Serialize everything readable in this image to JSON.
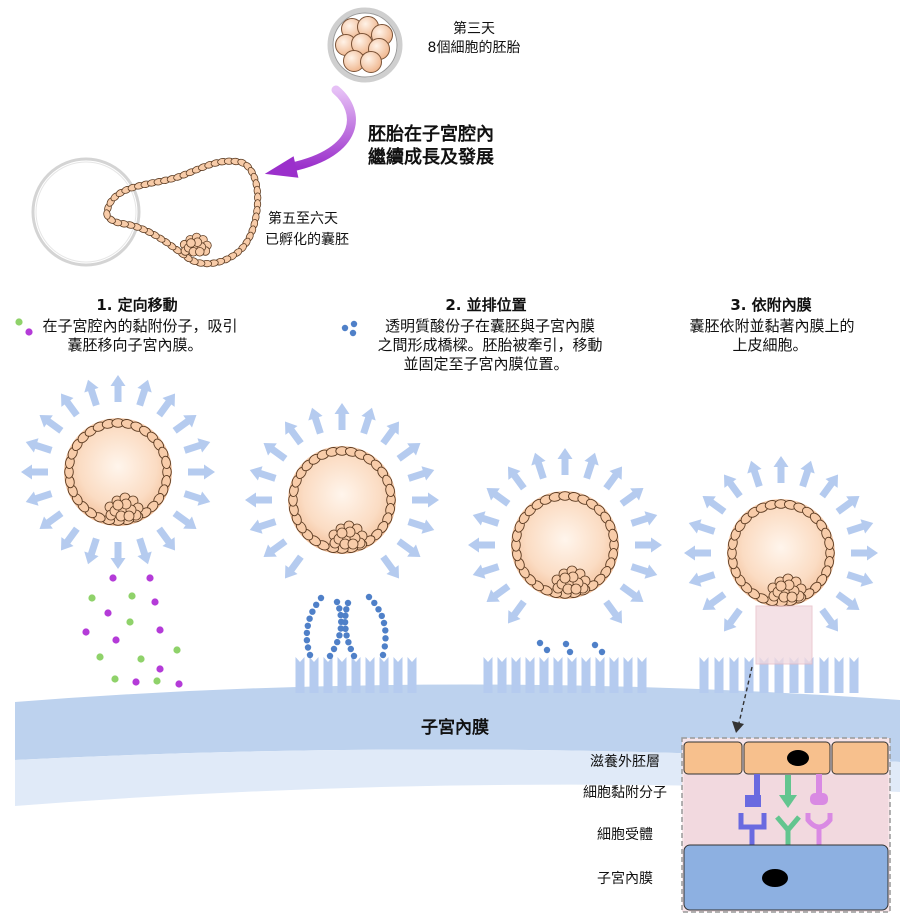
{
  "embryo_day3": {
    "label": "第三天",
    "description": "8個細胞的胚胎"
  },
  "growth_note": {
    "line1": "胚胎在子宮腔內",
    "line2": "繼續成長及發展"
  },
  "hatched_blastocyst": {
    "label": "第五至六天",
    "description": "已孵化的囊胚"
  },
  "stages": [
    {
      "heading": "1.  定向移動",
      "lines": [
        "在子宮腔內的黏附份子，吸引",
        "囊胚移向子宮內膜。"
      ],
      "legend_icon": "adhesion-molecule-dots-icon"
    },
    {
      "heading": "2. 並排位置",
      "lines": [
        "透明質酸份子在囊胚與子宮內膜",
        "之間形成橋樑。胚胎被牽引，移動",
        "並固定至子宮內膜位置。"
      ],
      "legend_icon": "hyaluronic-acid-dots-icon"
    },
    {
      "heading": "3. 依附內膜",
      "lines": [
        "囊胚依附並黏著內膜上的",
        "上皮細胞。"
      ]
    }
  ],
  "endometrium_label": "子宮內膜",
  "inset": {
    "trophectoderm": "滋養外胚層",
    "adhesion_molecules": "細胞黏附分子",
    "receptors": "細胞受體",
    "endometrium": "子宮內膜"
  },
  "colors": {
    "signal_arrow": "#b5cbef",
    "cell_fill": "#f8cca9",
    "cell_outline": "#5b3b22",
    "molecule_purple": "#b43bd8",
    "molecule_green": "#8fd26a",
    "hyaluronic_blue": "#4f80c8",
    "endometrium_dark": "#bdd2ee",
    "endometrium_light": "#e0eaf8",
    "trophectoderm": "#f7c08d",
    "contact_zone": "#f2d9df",
    "endometrial_cell": "#8db0e1",
    "receptor_blue": "#6a6ae0",
    "receptor_green": "#63c58f",
    "receptor_pink": "#d98ae3",
    "guide_arrow_purple": "#9b30cb"
  }
}
